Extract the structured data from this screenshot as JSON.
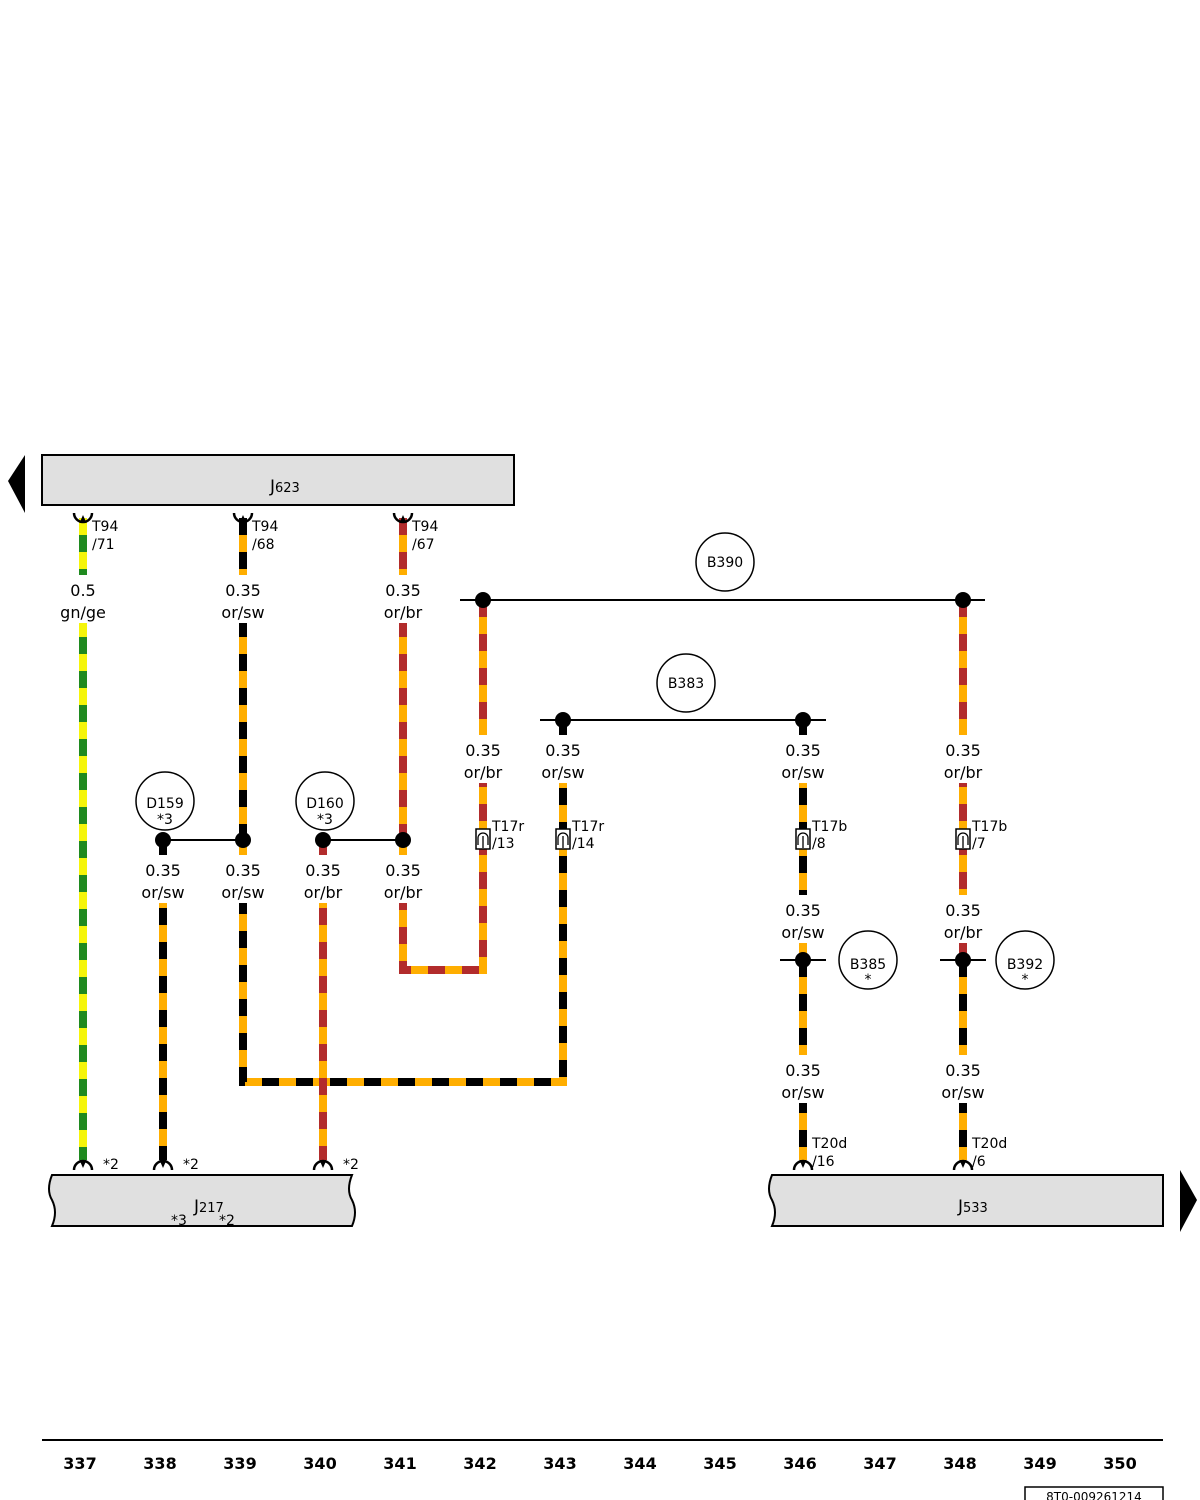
{
  "components": {
    "j623": {
      "main": "J",
      "sub": "623"
    },
    "j217": {
      "main": "J",
      "sub": "217",
      "note_a": "*3",
      "note_b": "*2"
    },
    "j533": {
      "main": "J",
      "sub": "533"
    }
  },
  "pins": {
    "t94_71": {
      "conn": "T94",
      "pin": "/71"
    },
    "t94_68": {
      "conn": "T94",
      "pin": "/68"
    },
    "t94_67": {
      "conn": "T94",
      "pin": "/67"
    },
    "t17r_13": {
      "conn": "T17r",
      "pin": "/13"
    },
    "t17r_14": {
      "conn": "T17r",
      "pin": "/14"
    },
    "t17b_8": {
      "conn": "T17b",
      "pin": "/8"
    },
    "t17b_7": {
      "conn": "T17b",
      "pin": "/7"
    },
    "t20d_16": {
      "conn": "T20d",
      "pin": "/16"
    },
    "t20d_6": {
      "conn": "T20d",
      "pin": "/6"
    },
    "j217_a": "*2",
    "j217_b": "*2",
    "j217_c": "*2"
  },
  "wires": {
    "w1": {
      "size": "0.5",
      "color": "gn/ge"
    },
    "w2": {
      "size": "0.35",
      "color": "or/sw"
    },
    "w3": {
      "size": "0.35",
      "color": "or/br"
    },
    "w4": {
      "size": "0.35",
      "color": "or/br"
    },
    "w5": {
      "size": "0.35",
      "color": "or/sw"
    },
    "w6": {
      "size": "0.35",
      "color": "or/sw"
    },
    "w7": {
      "size": "0.35",
      "color": "or/br"
    },
    "w8": {
      "size": "0.35",
      "color": "or/sw"
    },
    "w9": {
      "size": "0.35",
      "color": "or/sw"
    },
    "w10": {
      "size": "0.35",
      "color": "or/br"
    },
    "w11": {
      "size": "0.35",
      "color": "or/br"
    },
    "w12": {
      "size": "0.35",
      "color": "or/sw"
    },
    "w13": {
      "size": "0.35",
      "color": "or/br"
    },
    "w14": {
      "size": "0.35",
      "color": "or/sw"
    },
    "w15": {
      "size": "0.35",
      "color": "or/sw"
    }
  },
  "splices": {
    "b390": {
      "label": "B390",
      "note": ""
    },
    "b383": {
      "label": "B383",
      "note": ""
    },
    "d159": {
      "label": "D159",
      "note": "*3"
    },
    "d160": {
      "label": "D160",
      "note": "*3"
    },
    "b385": {
      "label": "B385",
      "note": "*"
    },
    "b392": {
      "label": "B392",
      "note": "*"
    }
  },
  "columns": [
    "337",
    "338",
    "339",
    "340",
    "341",
    "342",
    "343",
    "344",
    "345",
    "346",
    "347",
    "348",
    "349",
    "350"
  ],
  "footer_code": "8T0-009261214",
  "colors": {
    "green": "#1f8a1f",
    "yellow": "#f5f50a",
    "orange": "#ffae00",
    "black": "#000000",
    "brown": "#b22c2c",
    "box_fill": "#e0e0e0"
  }
}
